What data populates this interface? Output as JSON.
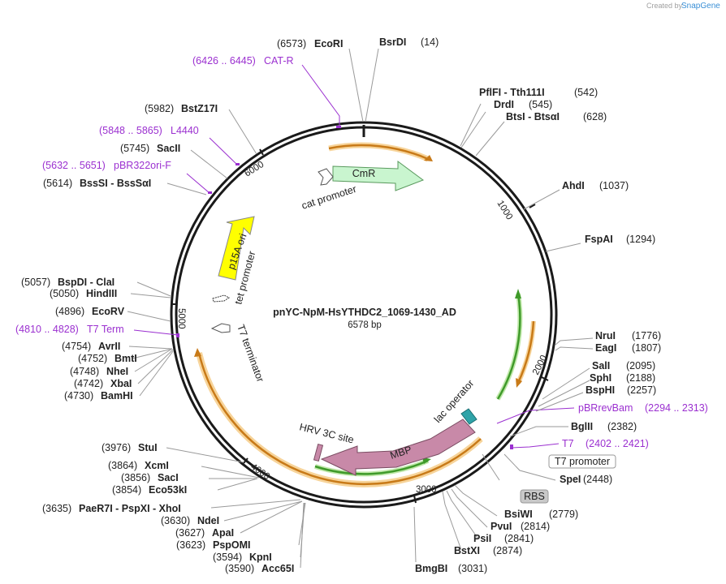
{
  "credit": {
    "created_by": "Created by",
    "brand": "SnapGene"
  },
  "plasmid": {
    "name": "pnYC-NpM-HsYTHDC2_1069-1430_AD",
    "size": "6578 bp"
  },
  "ticks": [
    "1000",
    "2000",
    "3000",
    "4000",
    "5000",
    "6000"
  ],
  "sites": [
    {
      "pos": "(6573)",
      "label": "EcoRI"
    },
    {
      "pos": "(14)",
      "label": "BsrDI"
    },
    {
      "pos": "(542)",
      "label": "PflFI  - Tth111I"
    },
    {
      "pos": "(545)",
      "label": "DrdI"
    },
    {
      "pos": "(628)",
      "label": "BtsI  - BtsαI"
    },
    {
      "pos": "(1037)",
      "label": "AhdI"
    },
    {
      "pos": "(1294)",
      "label": "FspAI"
    },
    {
      "pos": "(1776)",
      "label": "NruI"
    },
    {
      "pos": "(1807)",
      "label": "EagI"
    },
    {
      "pos": "(2095)",
      "label": "SalI"
    },
    {
      "pos": "(2188)",
      "label": "SphI"
    },
    {
      "pos": "(2257)",
      "label": "BspHI"
    },
    {
      "pos": "(2382)",
      "label": "BglII"
    },
    {
      "pos": "(2448)",
      "label": "SpeI"
    },
    {
      "pos": "(2779)",
      "label": "BsiWI"
    },
    {
      "pos": "(2814)",
      "label": "PvuI"
    },
    {
      "pos": "(2841)",
      "label": "PsiI"
    },
    {
      "pos": "(2874)",
      "label": "BstXI"
    },
    {
      "pos": "(3031)",
      "label": "BmgBI"
    },
    {
      "pos": "(3590)",
      "label": "Acc65I"
    },
    {
      "pos": "(3594)",
      "label": "KpnI"
    },
    {
      "pos": "(3623)",
      "label": "PspOMI"
    },
    {
      "pos": "(3627)",
      "label": "ApaI"
    },
    {
      "pos": "(3630)",
      "label": "NdeI"
    },
    {
      "pos": "(3635)",
      "label": "PaeR7I  - PspXI  - XhoI"
    },
    {
      "pos": "(3854)",
      "label": "Eco53kI"
    },
    {
      "pos": "(3856)",
      "label": "SacI"
    },
    {
      "pos": "(3864)",
      "label": "XcmI"
    },
    {
      "pos": "(3976)",
      "label": "StuI"
    },
    {
      "pos": "(4730)",
      "label": "BamHI"
    },
    {
      "pos": "(4742)",
      "label": "XbaI"
    },
    {
      "pos": "(4748)",
      "label": "NheI"
    },
    {
      "pos": "(4752)",
      "label": "BmtI"
    },
    {
      "pos": "(4754)",
      "label": "AvrII"
    },
    {
      "pos": "(4896)",
      "label": "EcoRV"
    },
    {
      "pos": "(5050)",
      "label": "HindIII"
    },
    {
      "pos": "(5057)",
      "label": "BspDI  - ClaI"
    },
    {
      "pos": "(5614)",
      "label": "BssSI  - BssSαI"
    },
    {
      "pos": "(5745)",
      "label": "SacII"
    },
    {
      "pos": "(5982)",
      "label": "BstZ17I"
    }
  ],
  "primers": [
    {
      "range": "(6426 .. 6445)",
      "label": "CAT-R"
    },
    {
      "range": "(5848 .. 5865)",
      "label": "L4440"
    },
    {
      "range": "(5632 .. 5651)",
      "label": "pBR322ori-F"
    },
    {
      "range": "(4810 .. 4828)",
      "label": "T7 Term"
    },
    {
      "range": "(2294 .. 2313)",
      "label": "pBRrevBam"
    },
    {
      "range": "(2402 .. 2421)",
      "label": "T7"
    }
  ],
  "boxes": {
    "t7_promoter": "T7 promoter",
    "rbs": "RBS"
  },
  "features": {
    "cmr": "CmR",
    "cat_promoter": "cat promoter",
    "p15a_ori": "p15A ori",
    "tet_promoter": "tet promoter",
    "t7_terminator": "T7 terminator",
    "lac_operator": "lac operator",
    "hrv_3c_site": "HRV 3C site",
    "mbp": "MBP"
  },
  "colors": {
    "backbone": "#1a1a1a",
    "primer": "#9b30d0",
    "orange_feature": "#c87a18",
    "green_feature": "#3f9a2a",
    "cmr_fill": "#c9f5cf",
    "ori_fill": "#ffff00",
    "mbp_fill": "#c889a8",
    "operator_fill": "#2fa3a8"
  }
}
